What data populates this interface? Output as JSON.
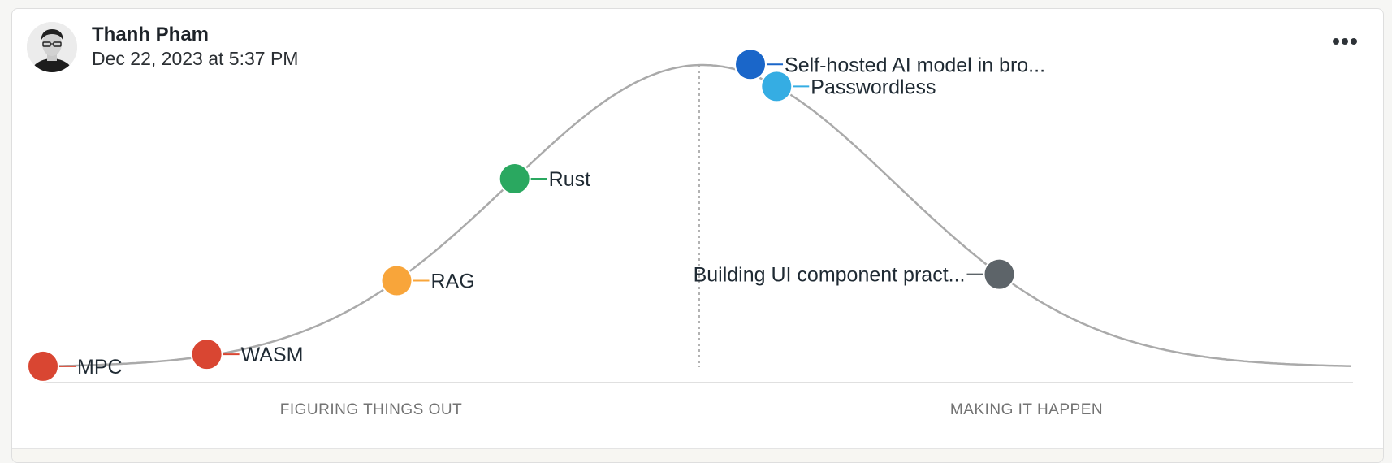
{
  "post": {
    "author": "Thanh Pham",
    "timestamp": "Dec 22, 2023 at 5:37 PM",
    "more_icon": "more-horizontal-icon"
  },
  "chart_data": {
    "type": "scatter",
    "curve": "hype-cycle",
    "phases": [
      "FIGURING THINGS OUT",
      "MAKING IT HAPPEN"
    ],
    "points": [
      {
        "label": "MPC",
        "position": 0.0,
        "color": "#d94632",
        "label_side": "right",
        "label_faded": true
      },
      {
        "label": "WASM",
        "position": 0.125,
        "color": "#d94632",
        "label_side": "right",
        "label_faded": false
      },
      {
        "label": "RAG",
        "position": 0.27,
        "color": "#f8a53a",
        "label_side": "right",
        "label_faded": false
      },
      {
        "label": "Rust",
        "position": 0.36,
        "color": "#2aa860",
        "label_side": "right",
        "label_faded": false
      },
      {
        "label": "Self-hosted AI model in bro...",
        "position": 0.54,
        "color": "#1a66c9",
        "label_side": "right",
        "label_faded": false
      },
      {
        "label": "Passwordless",
        "position": 0.56,
        "color": "#35ade3",
        "label_side": "right",
        "label_faded": false
      },
      {
        "label": "Building UI component pract...",
        "position": 0.73,
        "color": "#5d6469",
        "label_side": "left",
        "label_faded": false
      }
    ],
    "colors": {
      "curve": "#aaaaaa",
      "divider": "#999999",
      "baseline": "#d6d6d6"
    }
  }
}
